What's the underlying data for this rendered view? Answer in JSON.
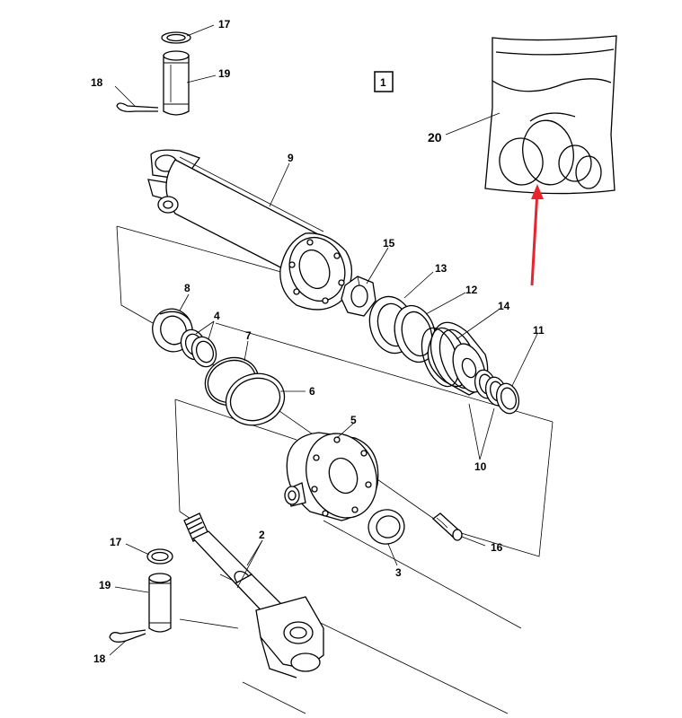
{
  "callouts": {
    "c1": "1",
    "c2": "2",
    "c3": "3",
    "c4": "4",
    "c5": "5",
    "c6": "6",
    "c7": "7",
    "c8": "8",
    "c9": "9",
    "c10": "10",
    "c11": "11",
    "c12": "12",
    "c13": "13",
    "c14": "14",
    "c15": "15",
    "c16": "16",
    "c17a": "17",
    "c17b": "17",
    "c18a": "18",
    "c18b": "18",
    "c19a": "19",
    "c19b": "19",
    "c20": "20"
  },
  "colors": {
    "line": "#000000",
    "arrow": "#e8242c",
    "background": "#ffffff"
  }
}
